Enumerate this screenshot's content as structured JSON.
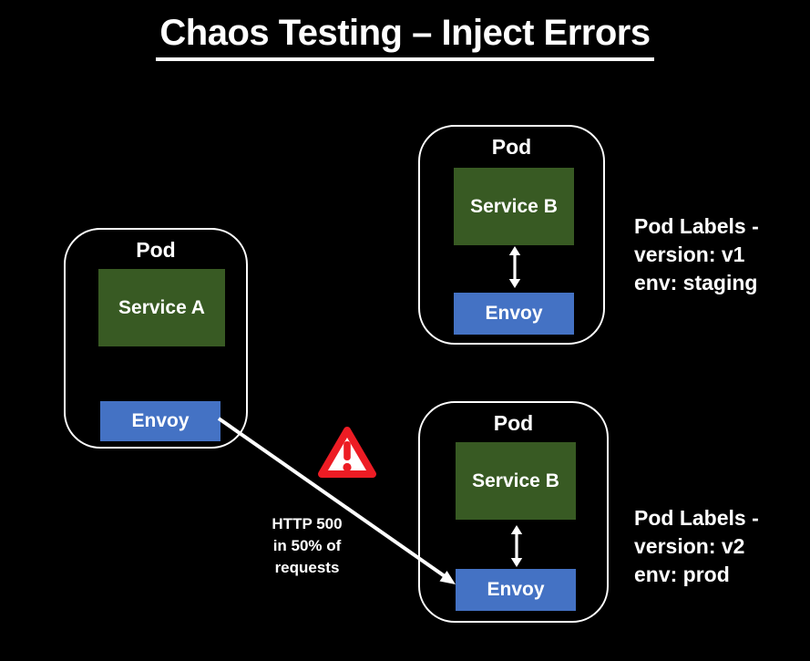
{
  "title": {
    "text": "Chaos Testing – Inject Errors"
  },
  "pods": {
    "source": {
      "label": "Pod",
      "service_label": "Service A",
      "proxy_label": "Envoy"
    },
    "staging": {
      "label": "Pod",
      "service_label": "Service B",
      "proxy_label": "Envoy"
    },
    "prod": {
      "label": "Pod",
      "service_label": "Service B",
      "proxy_label": "Envoy"
    }
  },
  "annotations": {
    "staging_labels": {
      "line1": "Pod Labels -",
      "line2": "version: v1",
      "line3": "env: staging"
    },
    "prod_labels": {
      "line1": "Pod Labels -",
      "line2": "version: v2",
      "line3": "env: prod"
    },
    "fault_note": {
      "line1": "HTTP 500",
      "line2": "in 50% of",
      "line3": "requests"
    }
  },
  "icons": {
    "warning": "warning-triangle-exclamation",
    "fault_arrow": "diagonal-arrow-envoy-to-envoy",
    "service_envoy_arrow": "double-headed-vertical-arrow"
  },
  "colors": {
    "background": "#000000",
    "service_box_green": "#385A23",
    "envoy_box_blue": "#4472C4",
    "warning_red": "#ED1C24",
    "text_white": "#FFFFFF"
  }
}
